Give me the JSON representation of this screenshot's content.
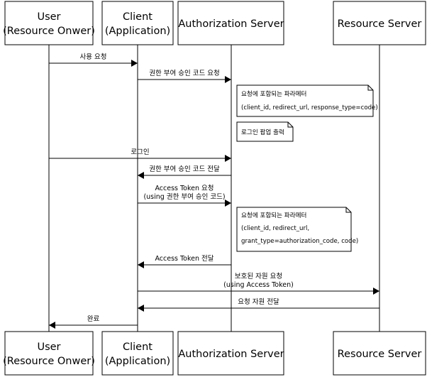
{
  "participants": [
    {
      "id": "user",
      "line1": "User",
      "line2": "(Resource Onwer)"
    },
    {
      "id": "client",
      "line1": "Client",
      "line2": "(Application)"
    },
    {
      "id": "auth",
      "line1": "Authorization Server",
      "line2": ""
    },
    {
      "id": "resource",
      "line1": "Resource Server",
      "line2": ""
    }
  ],
  "messages": [
    {
      "from": "user",
      "to": "client",
      "lines": [
        "사용 요청"
      ]
    },
    {
      "from": "client",
      "to": "auth",
      "lines": [
        "권한 부여 승인 코드 요청"
      ]
    },
    {
      "from": "user",
      "to": "auth",
      "lines": [
        "로그인"
      ]
    },
    {
      "from": "auth",
      "to": "client",
      "lines": [
        "권한 부여 승인 코드 전달"
      ]
    },
    {
      "from": "client",
      "to": "auth",
      "lines": [
        "Access Token 요청",
        "(using 권한 부여 승인 코드)"
      ]
    },
    {
      "from": "auth",
      "to": "client",
      "lines": [
        "Access Token 전달"
      ]
    },
    {
      "from": "client",
      "to": "resource",
      "lines": [
        "보호된 자원 요청",
        "(using Access Token)"
      ]
    },
    {
      "from": "resource",
      "to": "client",
      "lines": [
        "요청 자원 전달"
      ]
    },
    {
      "from": "client",
      "to": "user",
      "lines": [
        "완료"
      ]
    }
  ],
  "notes": [
    {
      "on": "auth",
      "lines": [
        "요청에 포함되는 파라메터",
        "(client_id, redirect_url, response_type=code)"
      ]
    },
    {
      "on": "auth",
      "lines": [
        "로그인 팝업 출력"
      ]
    },
    {
      "on": "auth",
      "lines": [
        "요청에 포함되는 파라메터",
        "(client_id, redirect_url,",
        "grant_type=authorization_code, code)"
      ]
    }
  ]
}
